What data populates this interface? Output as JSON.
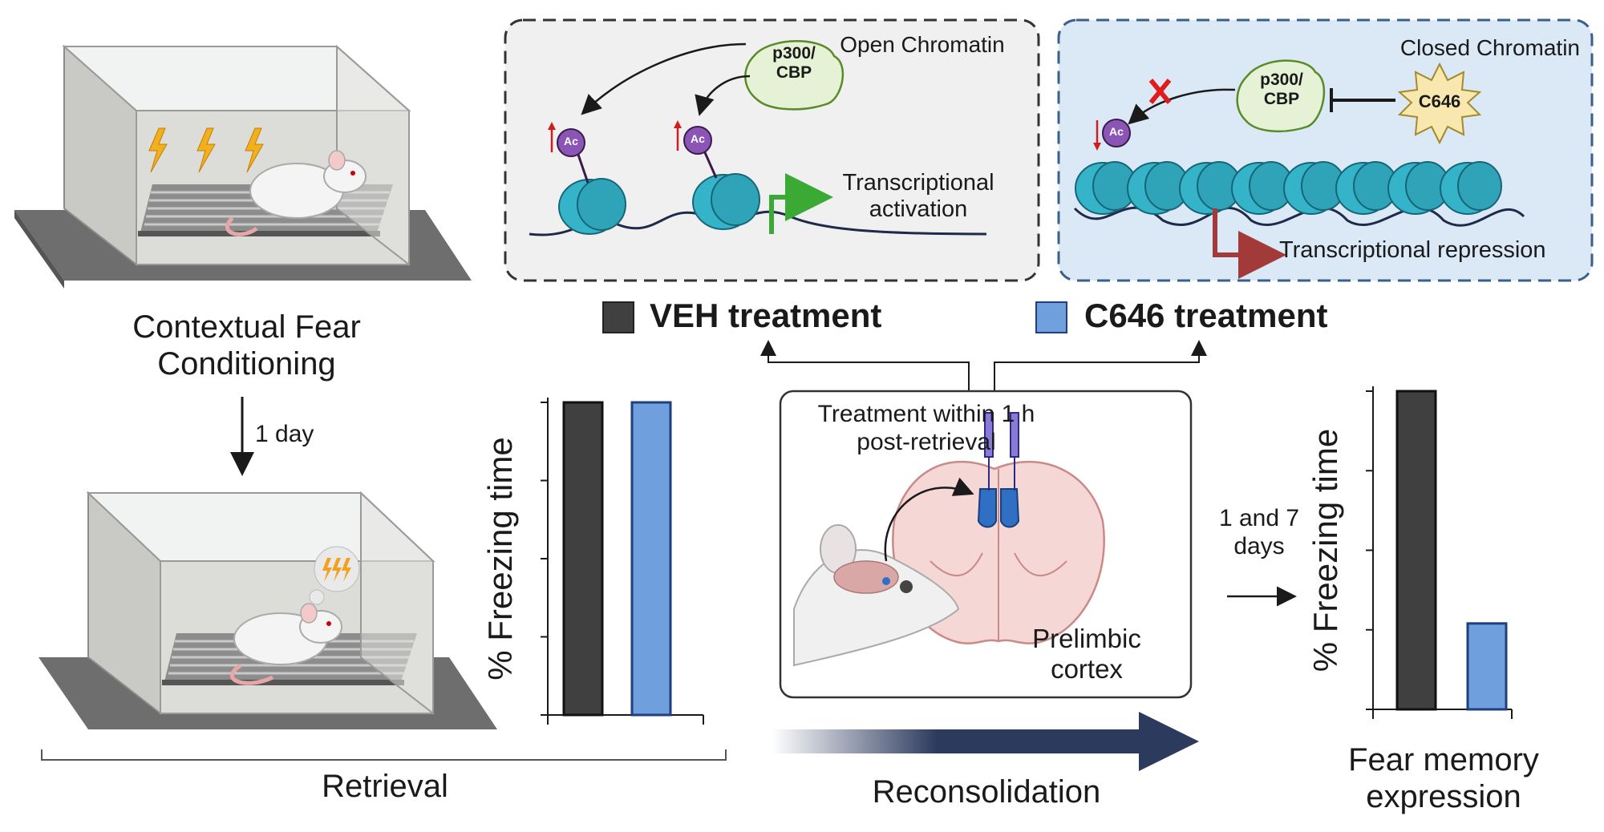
{
  "stages": {
    "conditioning": "Contextual Fear\nConditioning",
    "delay": "1 day",
    "retrieval": "Retrieval",
    "reconsolidation": "Reconsolidation",
    "expression": "Fear memory\nexpression",
    "days_later": "1 and 7\ndays"
  },
  "panels": {
    "open": {
      "title": "Open Chromatin",
      "enzyme": "p300/\nCBP",
      "mark": "Ac",
      "outcome": "Transcriptional\nactivation"
    },
    "closed": {
      "title": "Closed Chromatin",
      "enzyme": "p300/\nCBP",
      "inhibitor": "C646",
      "mark": "Ac",
      "outcome": "Transcriptional repression"
    }
  },
  "legend": {
    "veh": {
      "label": "VEH treatment",
      "color": "#404040"
    },
    "c646": {
      "label": "C646 treatment",
      "color": "#6f9fdc"
    }
  },
  "treatment": {
    "timing": "Treatment within 1 h\npost-retrieval",
    "region": "Prelimbic\ncortex"
  },
  "chart_data": [
    {
      "type": "bar",
      "title": "",
      "xlabel": "",
      "ylabel": "% Freezing time",
      "categories": [
        "VEH",
        "C646"
      ],
      "values": [
        100,
        100
      ],
      "colors": [
        "#404040",
        "#6f9fdc"
      ],
      "ylim": [
        0,
        100
      ],
      "ticks": 5
    },
    {
      "type": "bar",
      "title": "",
      "xlabel": "",
      "ylabel": "% Freezing time",
      "categories": [
        "VEH",
        "C646"
      ],
      "values": [
        100,
        27
      ],
      "colors": [
        "#404040",
        "#6f9fdc"
      ],
      "ylim": [
        0,
        100
      ],
      "ticks": 5
    }
  ]
}
